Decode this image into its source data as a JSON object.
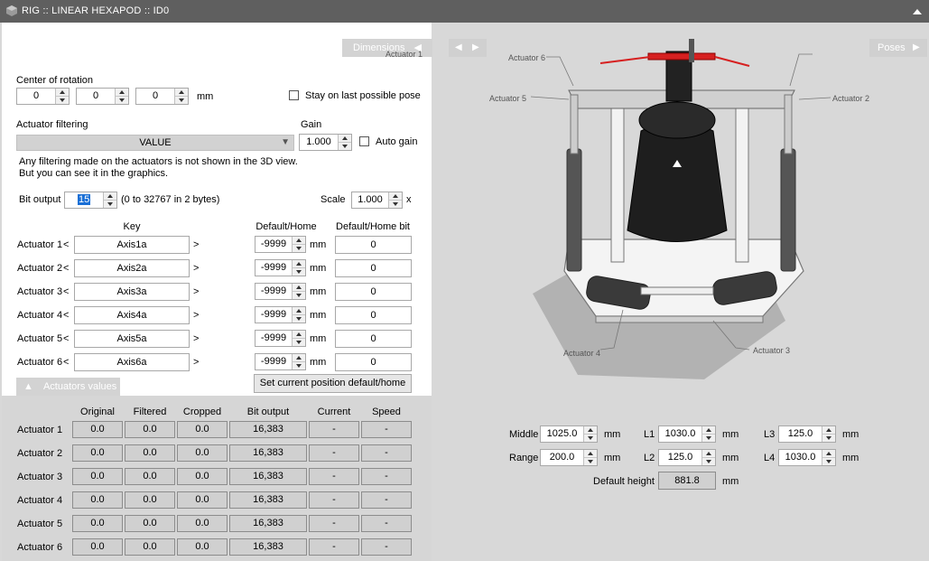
{
  "window": {
    "title": "RIG :: LINEAR HEXAPOD :: ID0"
  },
  "panel": {
    "dimensions_label": "Dimensions",
    "actuators_values_label": "Actuators values",
    "poses_label": "Poses"
  },
  "center": {
    "label": "Center of rotation",
    "x": "0",
    "y": "0",
    "z": "0",
    "unit": "mm",
    "stay_label": "Stay on last possible pose"
  },
  "filtering": {
    "label": "Actuator filtering",
    "value": "VALUE",
    "gain_label": "Gain",
    "gain": "1.000",
    "auto_gain_label": "Auto gain",
    "note1": "Any filtering made on the actuators is not shown in the 3D view.",
    "note2": "But you can see it in the graphics."
  },
  "bit": {
    "label": "Bit output",
    "value": "15",
    "hint": "(0 to 32767 in 2 bytes)",
    "scale_label": "Scale",
    "scale": "1.000",
    "scale_unit": "x"
  },
  "table": {
    "headers": {
      "key": "Key",
      "default": "Default/Home",
      "default_bit": "Default/Home bit"
    },
    "rows": [
      {
        "label": "Actuator 1",
        "key": "Axis1a",
        "default": "-9999",
        "bit": "0"
      },
      {
        "label": "Actuator 2",
        "key": "Axis2a",
        "default": "-9999",
        "bit": "0"
      },
      {
        "label": "Actuator 3",
        "key": "Axis3a",
        "default": "-9999",
        "bit": "0"
      },
      {
        "label": "Actuator 4",
        "key": "Axis4a",
        "default": "-9999",
        "bit": "0"
      },
      {
        "label": "Actuator 5",
        "key": "Axis5a",
        "default": "-9999",
        "bit": "0"
      },
      {
        "label": "Actuator 6",
        "key": "Axis6a",
        "default": "-9999",
        "bit": "0"
      }
    ],
    "unit": "mm",
    "set_default_label": "Set current position default/home"
  },
  "values": {
    "headers": {
      "original": "Original",
      "filtered": "Filtered",
      "cropped": "Cropped",
      "bit_output": "Bit output",
      "current": "Current",
      "speed": "Speed"
    },
    "rows": [
      {
        "label": "Actuator 1",
        "original": "0.0",
        "filtered": "0.0",
        "cropped": "0.0",
        "bit_output": "16,383",
        "current": "-",
        "speed": "-"
      },
      {
        "label": "Actuator 2",
        "original": "0.0",
        "filtered": "0.0",
        "cropped": "0.0",
        "bit_output": "16,383",
        "current": "-",
        "speed": "-"
      },
      {
        "label": "Actuator 3",
        "original": "0.0",
        "filtered": "0.0",
        "cropped": "0.0",
        "bit_output": "16,383",
        "current": "-",
        "speed": "-"
      },
      {
        "label": "Actuator 4",
        "original": "0.0",
        "filtered": "0.0",
        "cropped": "0.0",
        "bit_output": "16,383",
        "current": "-",
        "speed": "-"
      },
      {
        "label": "Actuator 5",
        "original": "0.0",
        "filtered": "0.0",
        "cropped": "0.0",
        "bit_output": "16,383",
        "current": "-",
        "speed": "-"
      },
      {
        "label": "Actuator 6",
        "original": "0.0",
        "filtered": "0.0",
        "cropped": "0.0",
        "bit_output": "16,383",
        "current": "-",
        "speed": "-"
      }
    ]
  },
  "viewer": {
    "callouts": [
      "Actuator 1",
      "Actuator 2",
      "Actuator 3",
      "Actuator 4",
      "Actuator 5",
      "Actuator 6"
    ]
  },
  "dims": {
    "middle_label": "Middle",
    "middle": "1025.0",
    "range_label": "Range",
    "range": "200.0",
    "l1_label": "L1",
    "l1": "1030.0",
    "l2_label": "L2",
    "l2": "125.0",
    "l3_label": "L3",
    "l3": "125.0",
    "l4_label": "L4",
    "l4": "1030.0",
    "unit": "mm",
    "default_height_label": "Default height",
    "default_height": "881.8"
  },
  "colors": {
    "titlebar": "#5f5f5f",
    "accent_red": "#d62020",
    "panel": "#ffffff",
    "viewer_bg": "#d8d8d8"
  }
}
